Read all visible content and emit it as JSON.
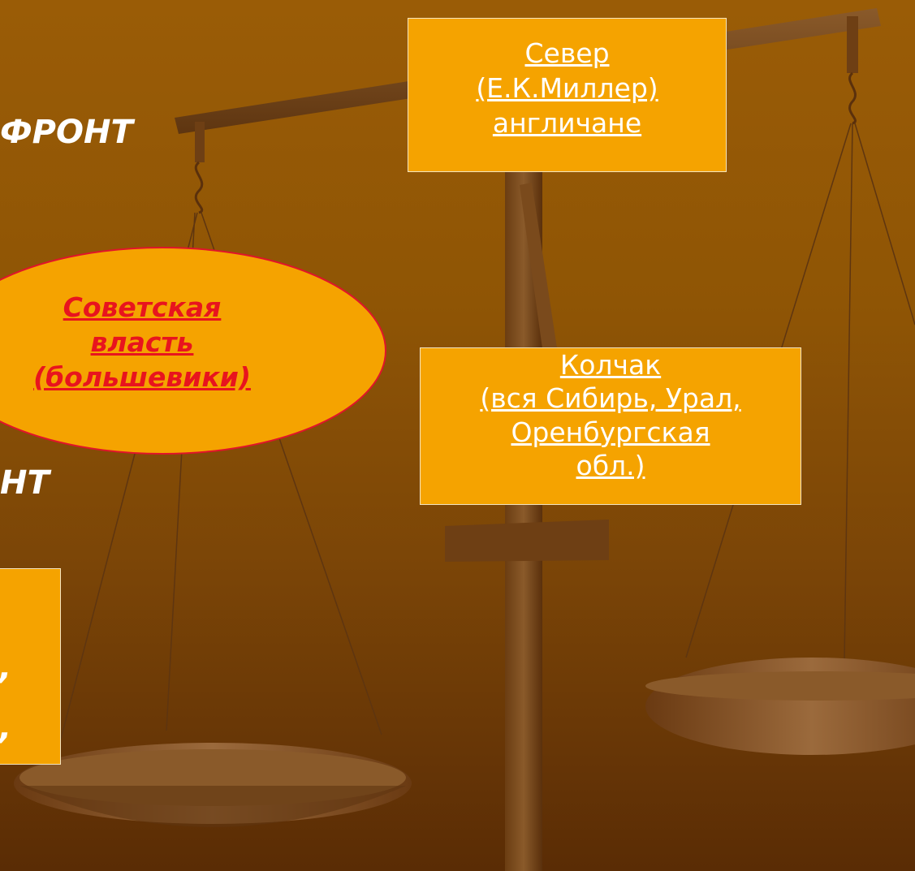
{
  "slide": {
    "fragments": {
      "front_top": "ФРОНТ",
      "front_mid": "НТ",
      "left_box_lines": [
        ",",
        ","
      ]
    },
    "ellipse": {
      "line1": "Советская",
      "line2": "власть",
      "line3": "(большевики)"
    },
    "box_north": {
      "line1": "Север",
      "line2": "(Е.К.Миллер)",
      "line3": "англичане"
    },
    "box_kolchak": {
      "line1": "Колчак",
      "line2": "(вся Сибирь, Урал,",
      "line3": "Оренбургская",
      "line4": "обл.)"
    },
    "colors": {
      "box_fill": "#f5a300",
      "ellipse_text": "#e8141e",
      "background": "#8f5505"
    }
  }
}
